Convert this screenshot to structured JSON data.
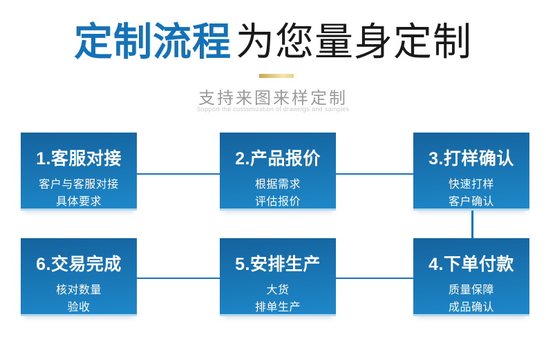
{
  "header": {
    "title_highlight": "定制流程",
    "title_rest": "为您量身定制",
    "subtitle": "支持来图来样定制",
    "subtitle_en": "Support the customization of drawings and samples"
  },
  "steps": [
    {
      "title": "1.客服对接",
      "lines": [
        "客户与客服对接",
        "具体要求"
      ]
    },
    {
      "title": "2.产品报价",
      "lines": [
        "根据需求",
        "评估报价"
      ]
    },
    {
      "title": "3.打样确认",
      "lines": [
        "快速打样",
        "客户确认"
      ]
    },
    {
      "title": "6.交易完成",
      "lines": [
        "核对数量",
        "验收"
      ]
    },
    {
      "title": "5.安排生产",
      "lines": [
        "大货",
        "排单生产"
      ]
    },
    {
      "title": "4.下单付款",
      "lines": [
        "质量保障",
        "成品确认"
      ]
    }
  ],
  "colors": {
    "title_blue": "#1472b8",
    "title_dark": "#1a1a1a",
    "box_grad_top": "#14639e",
    "box_grad_bottom": "#1e88c9",
    "box_edge_light": "#b5d8ee",
    "connector": "#1b74b8",
    "gold_start": "#c9a84c",
    "gold_end": "#f3e6b2",
    "subtitle_gray": "#9a9a9a",
    "subtitle_en_gray": "#c9c9c9"
  }
}
